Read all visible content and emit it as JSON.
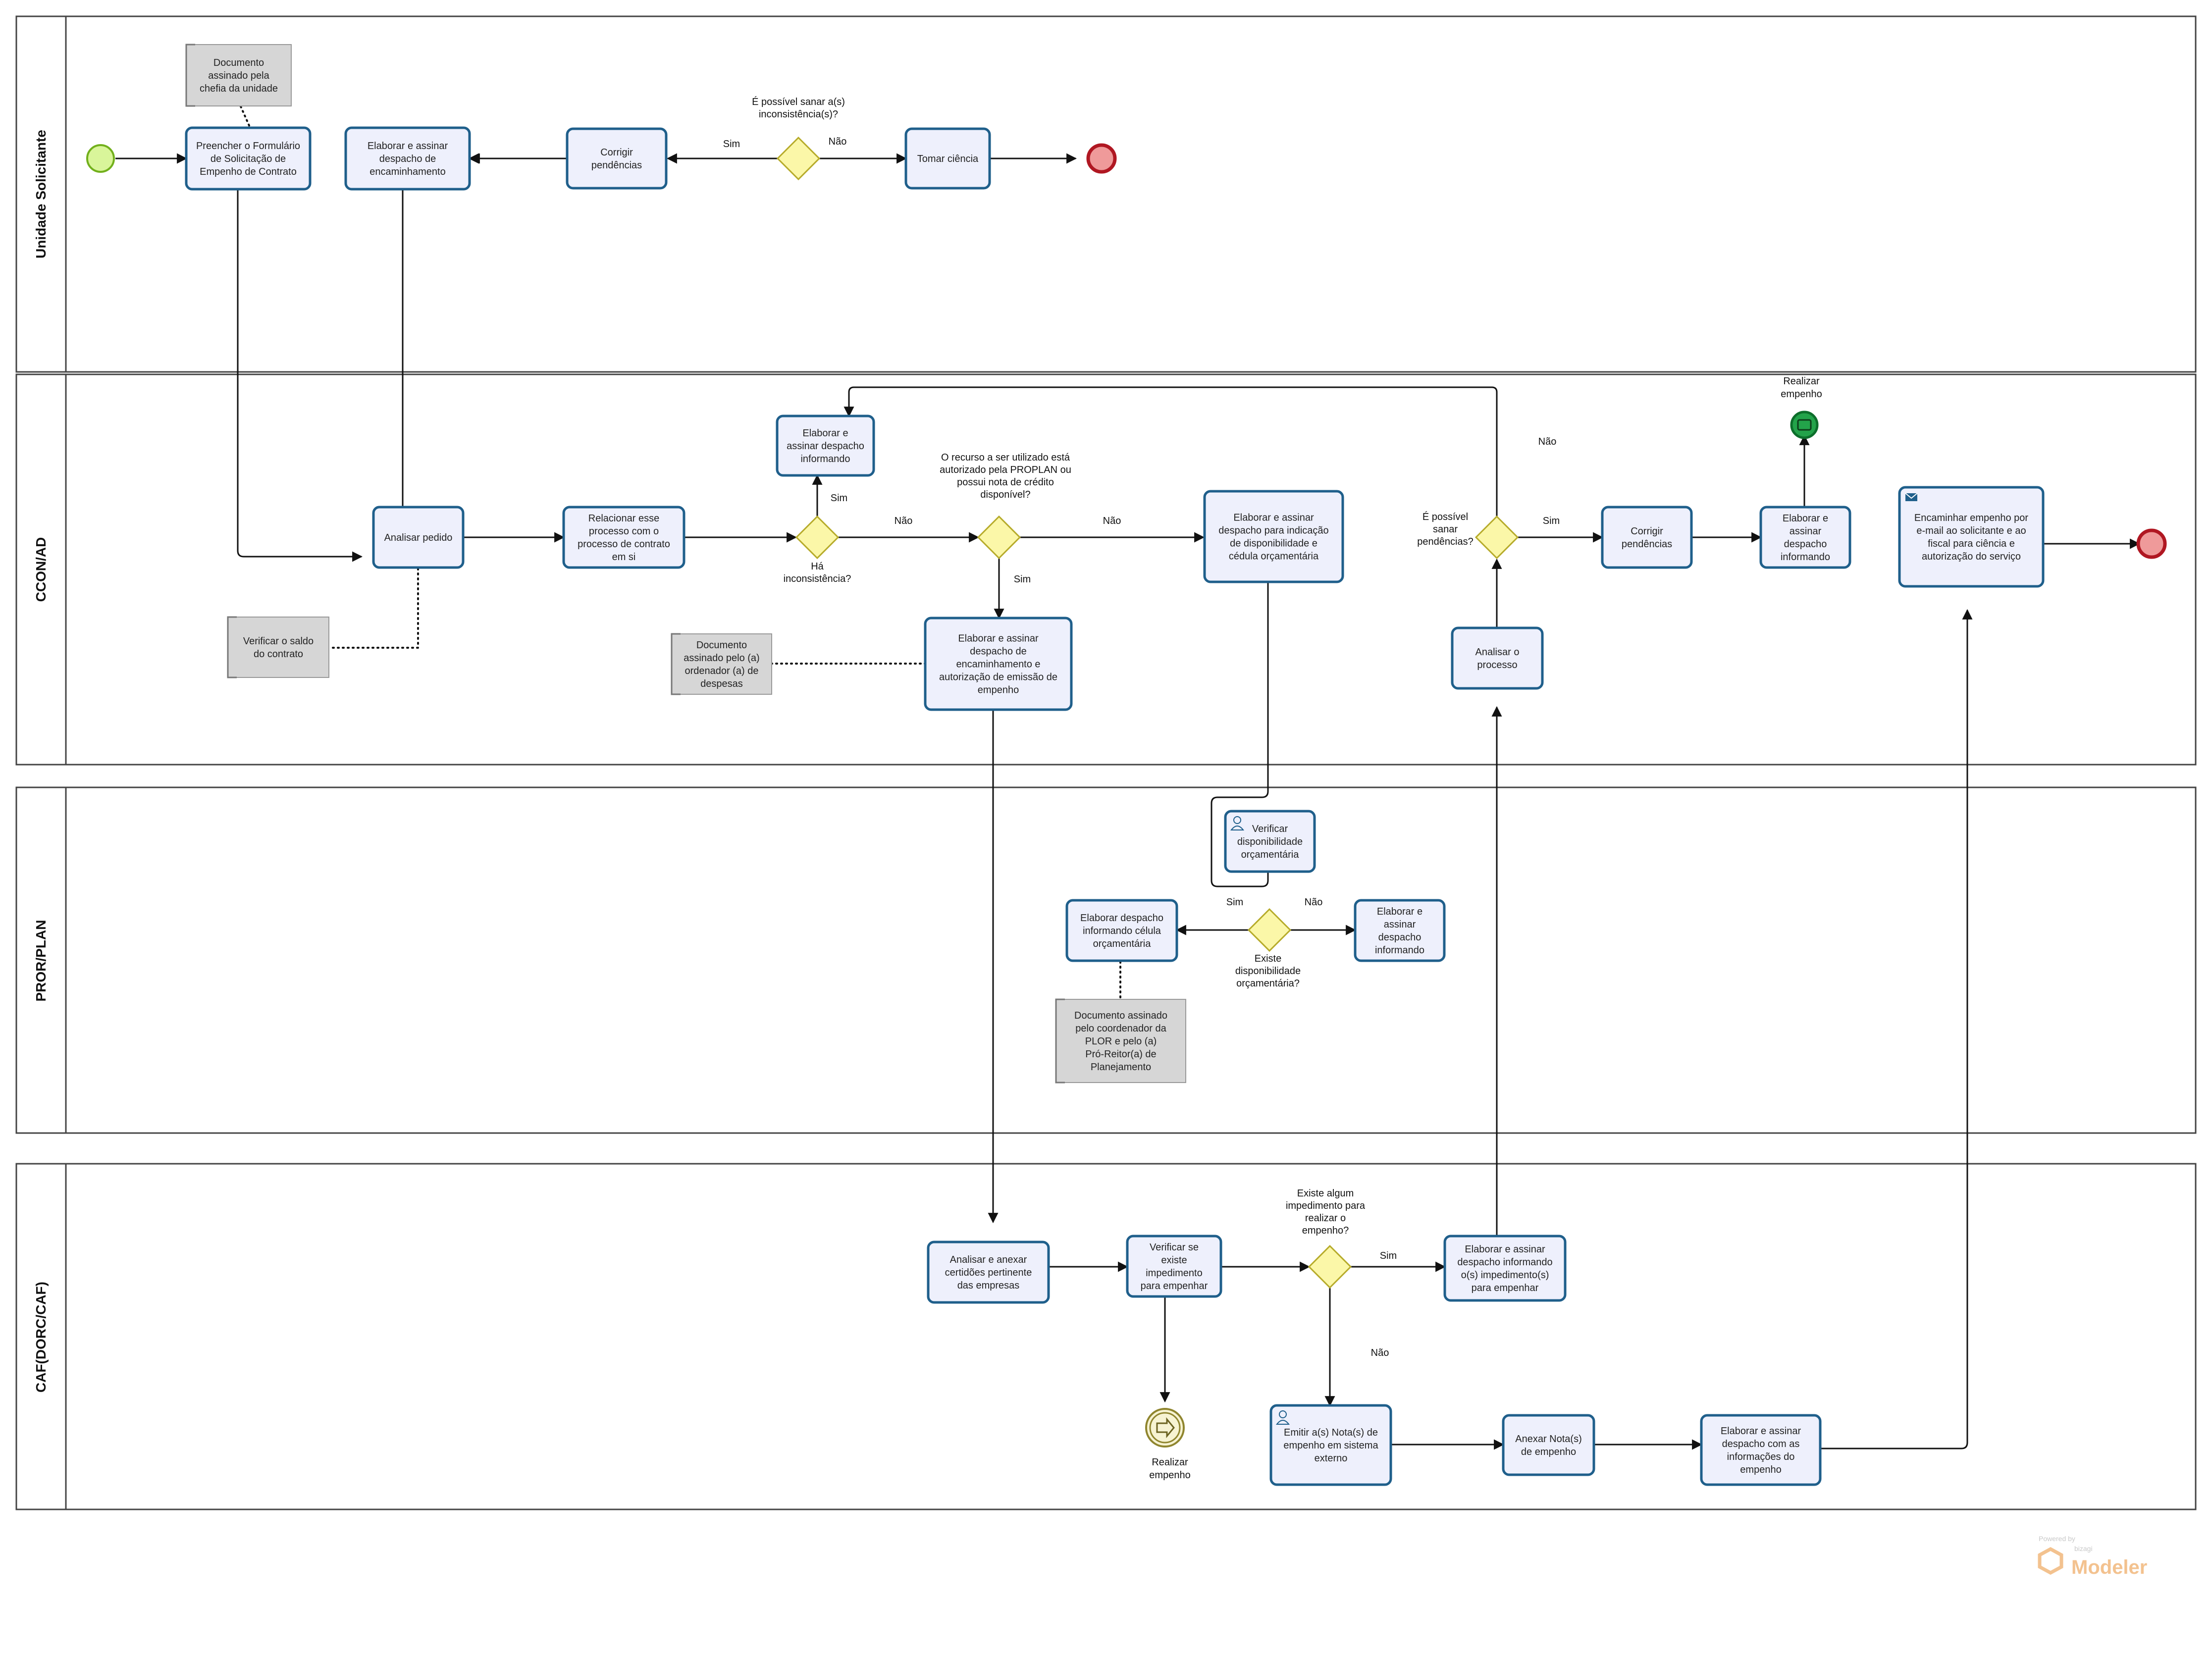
{
  "lanes": [
    {
      "id": "us",
      "label": "Unidade Solicitante"
    },
    {
      "id": "ccon",
      "label": "CCON/AD"
    },
    {
      "id": "pror",
      "label": "PROR/PLAN"
    },
    {
      "id": "caf",
      "label": "CAF(DORC/CAF)"
    }
  ],
  "tasks": [
    {
      "id": "t-preencher",
      "lines": [
        "Preencher o Formulário",
        "de Solicitação de",
        "Empenho de Contrato"
      ]
    },
    {
      "id": "t-elab-enc",
      "lines": [
        "Elaborar e assinar",
        "despacho de",
        "encaminhamento"
      ]
    },
    {
      "id": "t-corrigir-us",
      "lines": [
        "Corrigir",
        "pendências"
      ]
    },
    {
      "id": "t-ciencia",
      "lines": [
        "Tomar ciência"
      ]
    },
    {
      "id": "t-analisar-pedido",
      "lines": [
        "Analisar pedido"
      ]
    },
    {
      "id": "t-relacionar",
      "lines": [
        "Relacionar esse",
        "processo com o",
        "processo de contrato",
        "em si"
      ]
    },
    {
      "id": "t-desp-inform1",
      "lines": [
        "Elaborar e",
        "assinar despacho",
        "informando"
      ]
    },
    {
      "id": "t-desp-indic",
      "lines": [
        "Elaborar e assinar",
        "despacho para indicação",
        "de disponibilidade e",
        "cédula orçamentária"
      ]
    },
    {
      "id": "t-desp-autoriz",
      "lines": [
        "Elaborar e assinar",
        "despacho de",
        "encaminhamento  e",
        "autorização de emissão de",
        "empenho"
      ]
    },
    {
      "id": "t-analisar-proc",
      "lines": [
        "Analisar o",
        "processo"
      ]
    },
    {
      "id": "t-corrigir-ccon",
      "lines": [
        "Corrigir",
        "pendências"
      ]
    },
    {
      "id": "t-desp-inform2",
      "lines": [
        "Elaborar e",
        "assinar",
        "despacho",
        "informando"
      ]
    },
    {
      "id": "t-encaminhar",
      "lines": [
        "Encaminhar empenho por",
        "e-mail ao solicitante e ao",
        "fiscal para ciência e",
        "autorização do serviço"
      ]
    },
    {
      "id": "t-verificar-disp",
      "lines": [
        "Verificar",
        "disponibilidade",
        "orçamentária"
      ]
    },
    {
      "id": "t-desp-celula",
      "lines": [
        "Elaborar despacho",
        "informando célula",
        "orçamentária"
      ]
    },
    {
      "id": "t-desp-inform3",
      "lines": [
        "Elaborar e",
        "assinar",
        "despacho",
        "informando"
      ]
    },
    {
      "id": "t-certidoes",
      "lines": [
        "Analisar e anexar",
        "certidões pertinente",
        "das empresas"
      ]
    },
    {
      "id": "t-verif-imped",
      "lines": [
        "Verificar se",
        "existe",
        "impedimento",
        "para empenhar"
      ]
    },
    {
      "id": "t-desp-imped",
      "lines": [
        "Elaborar e assinar",
        "despacho informando",
        "o(s) impedimento(s)",
        "para empenhar"
      ]
    },
    {
      "id": "t-emitir",
      "lines": [
        "Emitir a(s) Nota(s) de",
        "empenho em sistema",
        "externo"
      ]
    },
    {
      "id": "t-anexar",
      "lines": [
        "Anexar Nota(s)",
        "de empenho"
      ]
    },
    {
      "id": "t-desp-info-emp",
      "lines": [
        "Elaborar e assinar",
        "despacho com as",
        "informações do",
        "empenho"
      ]
    }
  ],
  "gateways": [
    {
      "id": "g-sanar1",
      "lines": [
        "É possível sanar a(s)",
        "inconsistência(s)?"
      ]
    },
    {
      "id": "g-inconsist",
      "lines": [
        "Há",
        "inconsistência?"
      ]
    },
    {
      "id": "g-recurso",
      "lines": [
        "O recurso a ser utilizado está",
        "autorizado pela PROPLAN ou",
        "possui nota de crédito",
        "disponível?"
      ]
    },
    {
      "id": "g-sanar2",
      "lines": [
        "É possível",
        "sanar",
        "pendências?"
      ]
    },
    {
      "id": "g-disp",
      "lines": [
        "Existe",
        "disponibilidade",
        "orçamentária?"
      ]
    },
    {
      "id": "g-imped",
      "lines": [
        "Existe algum",
        "impedimento para",
        "realizar o",
        "empenho?"
      ]
    }
  ],
  "annotations": [
    {
      "id": "a-doc-chefia",
      "lines": [
        "Documento",
        "assinado pela",
        "chefia da unidade"
      ]
    },
    {
      "id": "a-saldo",
      "lines": [
        "Verificar o saldo",
        "do contrato"
      ]
    },
    {
      "id": "a-doc-ordenador",
      "lines": [
        "Documento",
        "assinado pelo (a)",
        "ordenador (a) de",
        "despesas"
      ]
    },
    {
      "id": "a-doc-plor",
      "lines": [
        "Documento assinado",
        "pelo coordenador da",
        "PLOR e pelo (a)",
        "Pró-Reitor(a) de",
        "Planejamento"
      ]
    }
  ],
  "events": [
    {
      "id": "e-realizar-ccon",
      "lines": [
        "Realizar",
        "empenho"
      ]
    },
    {
      "id": "e-realizar-caf",
      "lines": [
        "Realizar",
        "empenho"
      ]
    }
  ],
  "edge_labels": {
    "sim": "Sim",
    "nao": "Não"
  },
  "branding": {
    "powered": "Powered by",
    "company": "bizagi",
    "product": "Modeler"
  }
}
